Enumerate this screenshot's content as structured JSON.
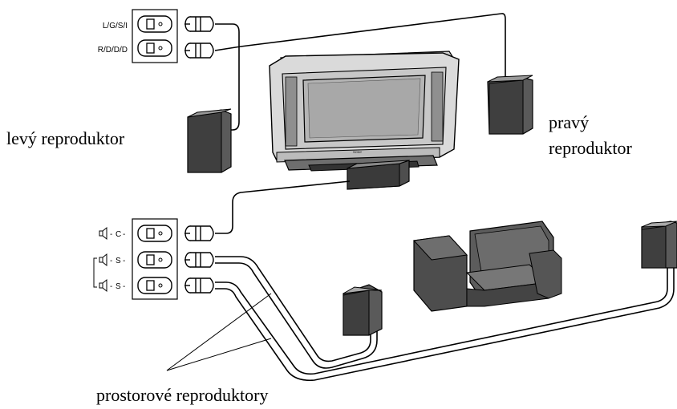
{
  "labels": {
    "left_speaker": "levý reproduktor",
    "right_speaker_line1": "pravý",
    "right_speaker_line2": "reproduktor",
    "surround_speakers": "prostorové reproduktory",
    "tv_brand": "SONY"
  },
  "jacks": {
    "top": [
      {
        "label": "L/G/S/I"
      },
      {
        "label": "R/D/D/D"
      }
    ],
    "bottom": [
      {
        "label": "C"
      },
      {
        "label": "S"
      },
      {
        "label": "S"
      }
    ]
  },
  "colors": {
    "line": "#000000",
    "speaker_dark": "#3a3a3a",
    "speaker_mid": "#6a6a6a",
    "tv_body": "#d8d8d8",
    "tv_screen": "#bdbdbd",
    "chair": "#555555"
  }
}
